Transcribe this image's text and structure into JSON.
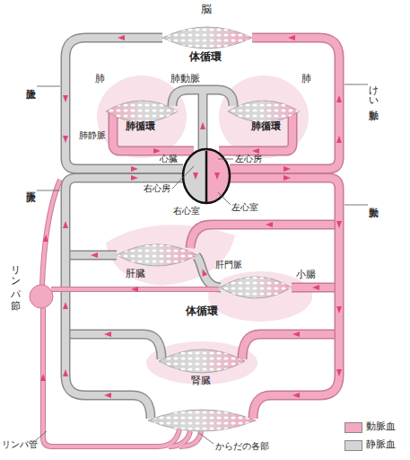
{
  "diagram": {
    "labels": [
      "脳",
      "体循環",
      "肺",
      "肺動脈",
      "肺",
      "上大静脈",
      "けい動脈",
      "肺循環",
      "肺循環",
      "肺静脈",
      "心臓",
      "左心房",
      "右心房",
      "左心室",
      "右心室",
      "下大静脈",
      "大動脈",
      "肝臓",
      "肝門脈",
      "小腸",
      "リンパ節",
      "体循環",
      "腎臓",
      "リンパ管",
      "からだの各部"
    ],
    "legend": [
      {
        "text": "動脈血",
        "color": "#f3a9c2"
      },
      {
        "text": "静脈血",
        "color": "#d4d4d4"
      }
    ]
  }
}
